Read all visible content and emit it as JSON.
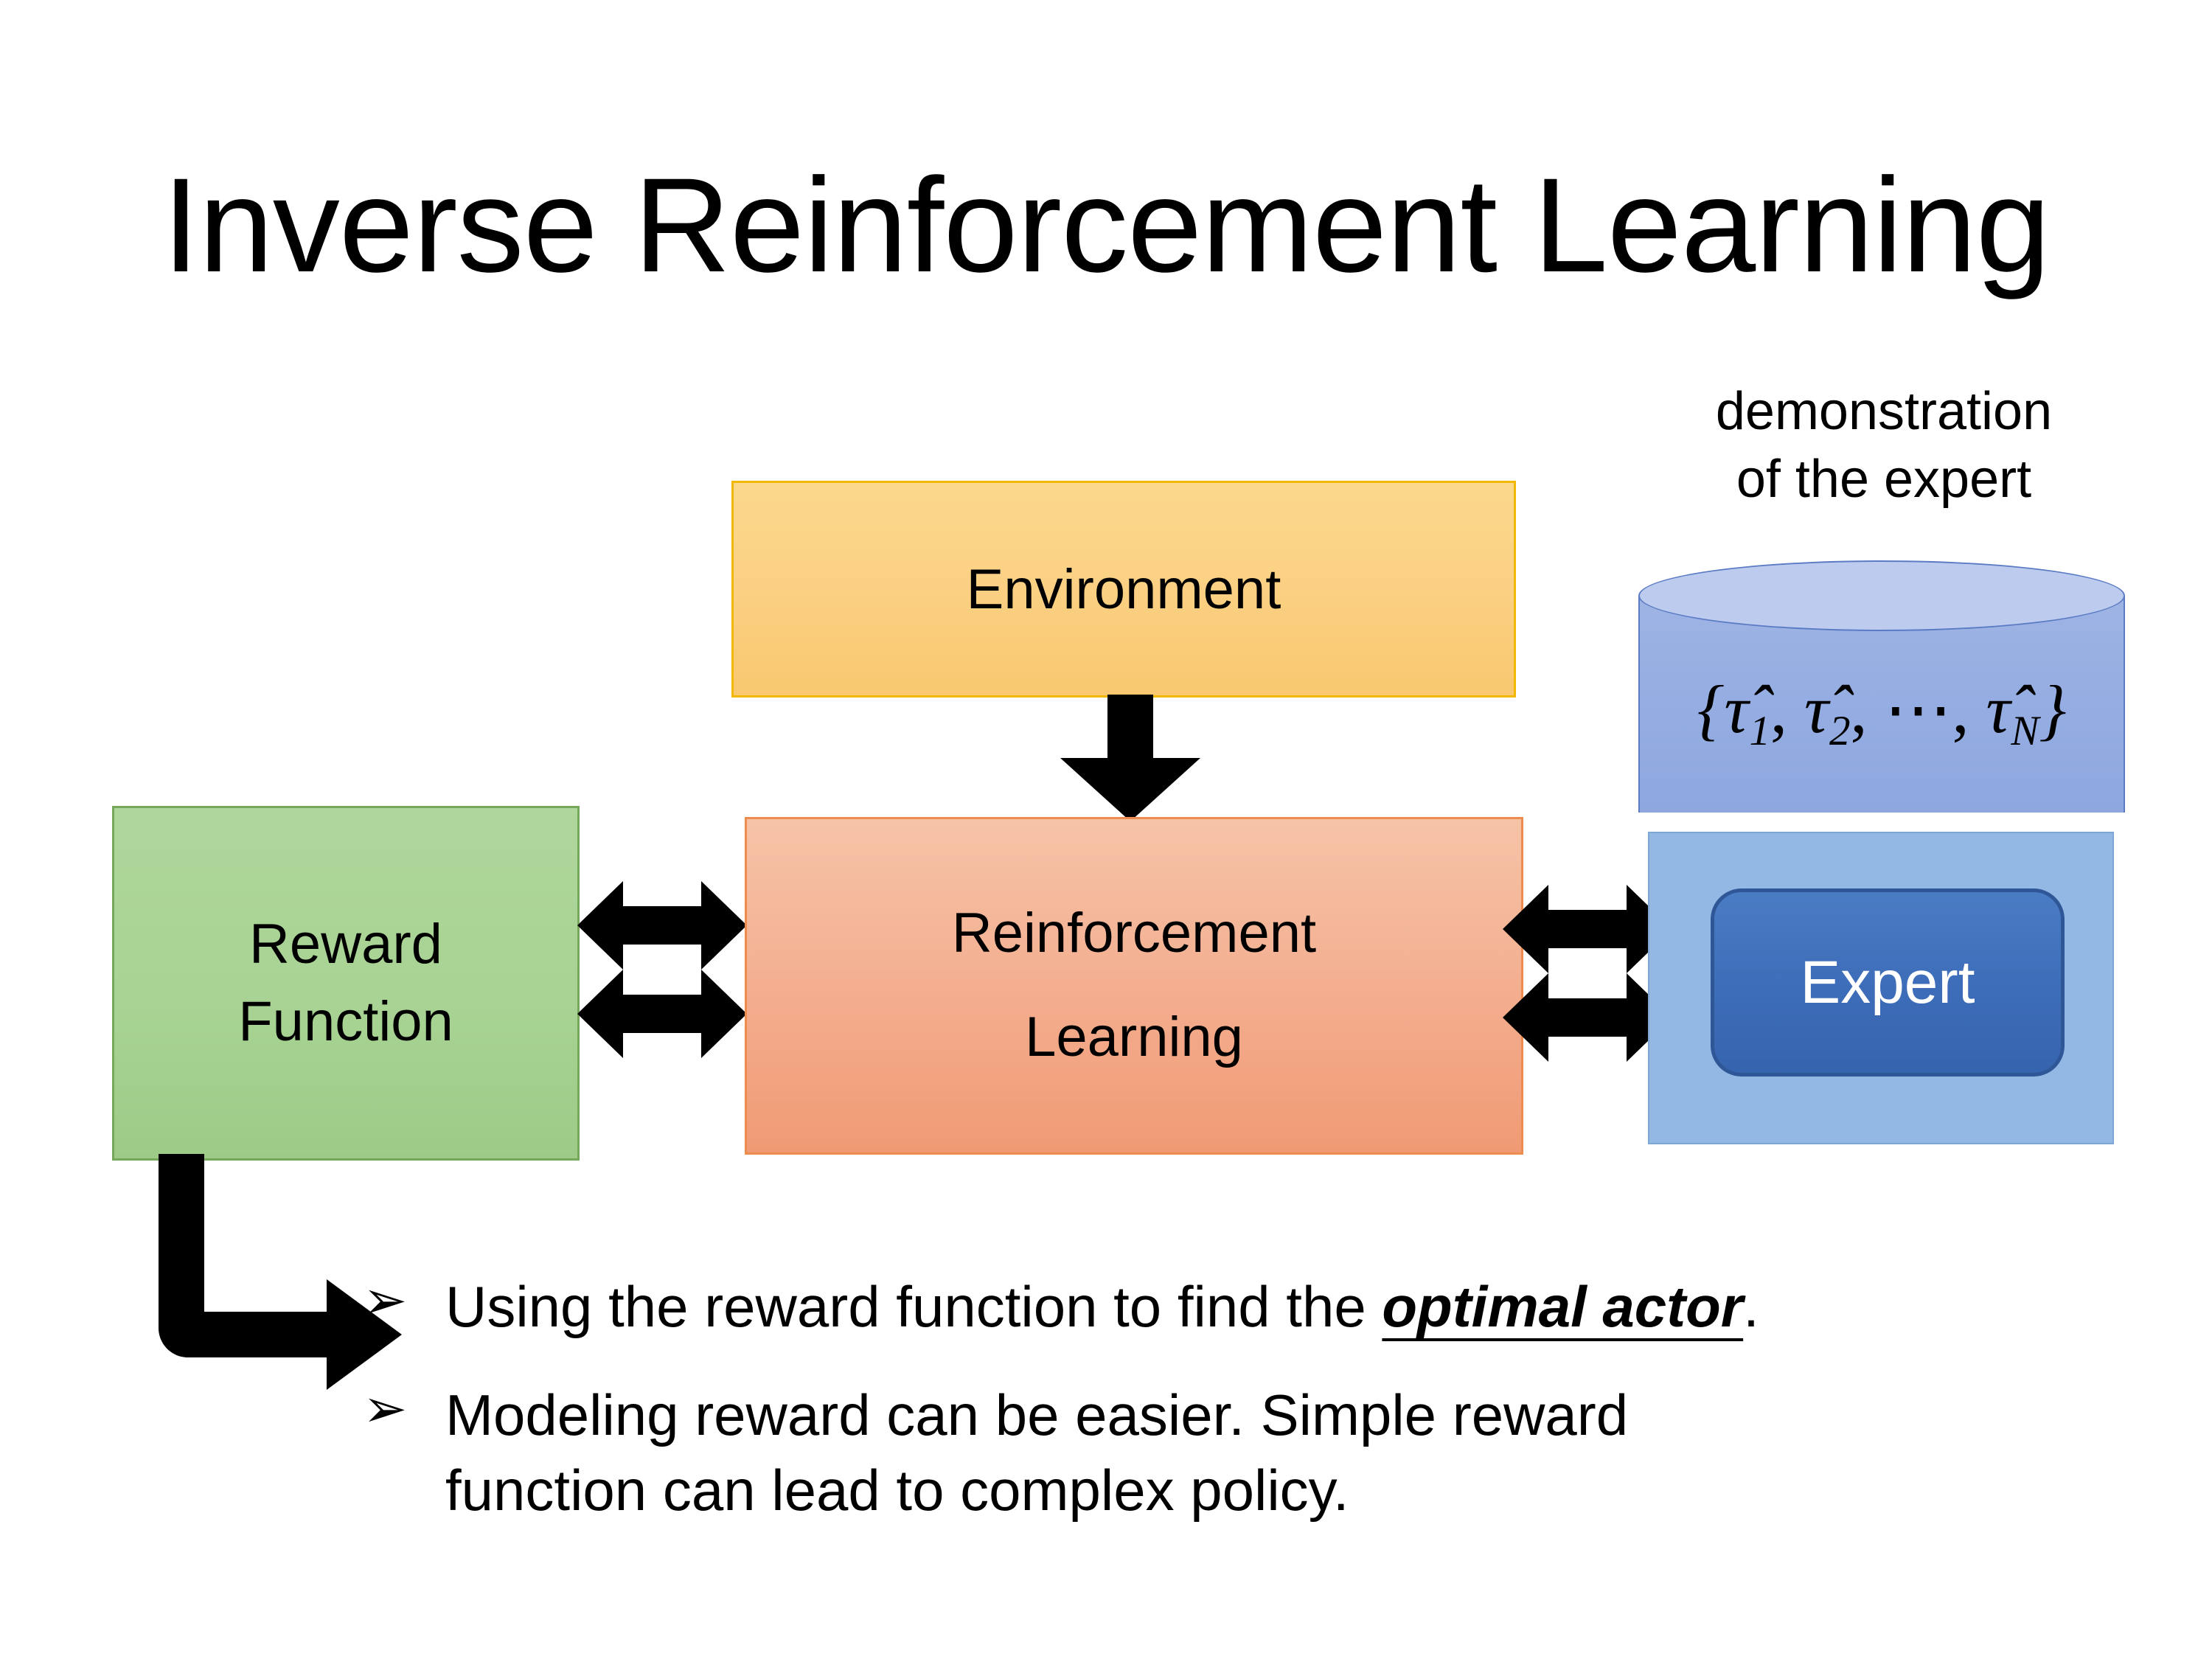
{
  "slide": {
    "title": "Inverse Reinforcement Learning",
    "background_color": "#FFFFFF"
  },
  "diagram": {
    "environment": {
      "label": "Environment",
      "fill_color": "#FBD185",
      "border_color": "#F2B800"
    },
    "reward_function": {
      "line1": "Reward",
      "line2": "Function",
      "fill_color": "#A8D394",
      "border_color": "#76A85C"
    },
    "reinforcement_learning": {
      "line1": "Reinforcement",
      "line2": "Learning",
      "fill_color": "#F4B193",
      "border_color": "#ED8C4E"
    },
    "expert": {
      "label": "Expert",
      "fill_color": "#3D6CB8",
      "border_color": "#2F5798",
      "text_color": "#FFFFFF",
      "panel_color": "#92B8E3"
    },
    "demonstration": {
      "caption_line1": "demonstration",
      "caption_line2": "of the expert",
      "trajectory_open": "{",
      "trajectory_tau1": "τ̂",
      "trajectory_sub1": "1",
      "trajectory_comma1": ", ",
      "trajectory_tau2": "τ̂",
      "trajectory_sub2": "2",
      "trajectory_comma2": ", ",
      "trajectory_dots": "⋯",
      "trajectory_comma3": ", ",
      "trajectory_tauN": "τ̂",
      "trajectory_subN": "N",
      "trajectory_close": "}",
      "cylinder_fill": "#96AEE2",
      "cylinder_top_fill": "#BCCBEE",
      "cylinder_stroke": "#5B7BC4"
    },
    "connectors": [
      {
        "name": "environment-to-rl",
        "type": "down-arrow",
        "color": "#000000"
      },
      {
        "name": "reward-rl-bidirectional",
        "type": "double-arrow",
        "color": "#000000"
      },
      {
        "name": "rl-expert-bidirectional",
        "type": "double-arrow",
        "color": "#000000"
      },
      {
        "name": "reward-to-notes",
        "type": "bent-arrow",
        "color": "#000000"
      }
    ]
  },
  "notes": {
    "bullet_marker": "➢",
    "items": [
      {
        "prefix": "Using the reward function to find the ",
        "emphasis": "optimal actor",
        "suffix": "."
      },
      {
        "line1": "Modeling reward can be easier. Simple reward",
        "line2": "function can lead to complex policy."
      }
    ]
  }
}
